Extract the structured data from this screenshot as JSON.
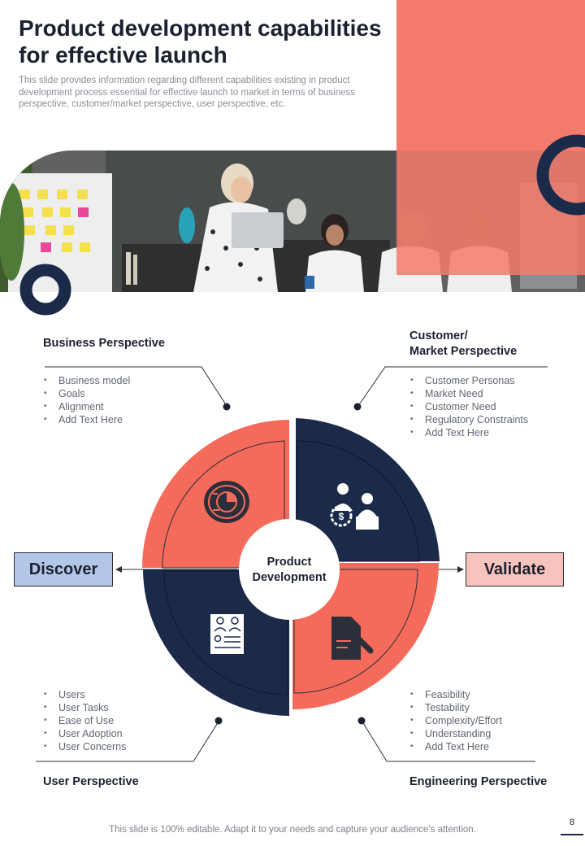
{
  "header": {
    "title": "Product development capabilities for effective launch",
    "subtitle": "This slide provides information regarding different capabilities existing in product development process essential for effective launch to market in terms of business perspective, customer/market perspective, user perspective, etc."
  },
  "center": {
    "line1": "Product",
    "line2": "Development"
  },
  "sides": {
    "left": "Discover",
    "right": "Validate"
  },
  "perspectives": {
    "business": {
      "title": "Business Perspective",
      "items": [
        "Business model",
        "Goals",
        "Alignment",
        "Add Text Here"
      ]
    },
    "customer": {
      "title_line1": "Customer/",
      "title_line2": "Market Perspective",
      "items": [
        "Customer Personas",
        "Market Need",
        "Customer Need",
        "Regulatory  Constraints",
        "Add Text Here"
      ]
    },
    "user": {
      "title": "User Perspective",
      "items": [
        "Users",
        "User Tasks",
        "Ease of Use",
        "User Adoption",
        "User Concerns"
      ]
    },
    "engineering": {
      "title": "Engineering Perspective",
      "items": [
        "Feasibility",
        "Testability",
        "Complexity/Effort",
        "Understanding",
        "Add Text Here"
      ]
    }
  },
  "colors": {
    "coral": "#f46b5b",
    "navy": "#1c2a4a",
    "discover_bg": "#b4c6e7",
    "validate_bg": "#f7c3bd"
  },
  "icons": [
    "eye-chart-icon",
    "team-finance-icon",
    "user-profile-document-icon",
    "engineering-document-icon"
  ],
  "footer": {
    "note": "This slide is 100% editable. Adapt it to your needs and capture your audience’s attention.",
    "page": "8"
  }
}
